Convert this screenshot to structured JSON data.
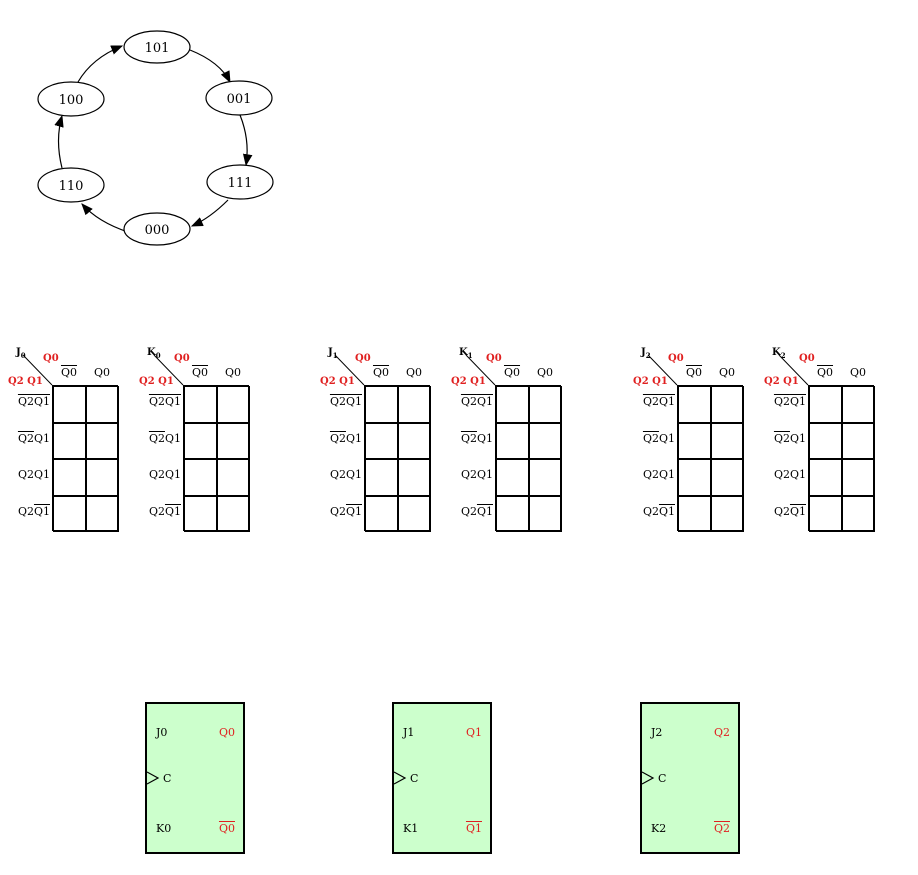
{
  "state_diagram": {
    "states": [
      "101",
      "001",
      "111",
      "000",
      "110",
      "100"
    ]
  },
  "kmaps": [
    {
      "title": "J",
      "sub": "0",
      "col_var": "Q0",
      "row_var": "Q2 Q1",
      "col_headers": [
        "Q0",
        "Q0"
      ],
      "col_overline": [
        true,
        false
      ],
      "row_headers": [
        "Q2Q1",
        "Q2Q1",
        "Q2Q1",
        "Q2Q1"
      ]
    },
    {
      "title": "K",
      "sub": "0",
      "col_var": "Q0",
      "row_var": "Q2 Q1",
      "col_headers": [
        "Q0",
        "Q0"
      ],
      "col_overline": [
        true,
        false
      ],
      "row_headers": [
        "Q2Q1",
        "Q2Q1",
        "Q2Q1",
        "Q2Q1"
      ]
    },
    {
      "title": "J",
      "sub": "1",
      "col_var": "Q0",
      "row_var": "Q2 Q1",
      "col_headers": [
        "Q0",
        "Q0"
      ],
      "col_overline": [
        true,
        false
      ],
      "row_headers": [
        "Q2Q1",
        "Q2Q1",
        "Q2Q1",
        "Q2Q1"
      ]
    },
    {
      "title": "K",
      "sub": "1",
      "col_var": "Q0",
      "row_var": "Q2 Q1",
      "col_headers": [
        "Q0",
        "Q0"
      ],
      "col_overline": [
        true,
        false
      ],
      "row_headers": [
        "Q2Q1",
        "Q2Q1",
        "Q2Q1",
        "Q2Q1"
      ]
    },
    {
      "title": "J",
      "sub": "2",
      "col_var": "Q0",
      "row_var": "Q2 Q1",
      "col_headers": [
        "Q0",
        "Q0"
      ],
      "col_overline": [
        true,
        false
      ],
      "row_headers": [
        "Q2Q1",
        "Q2Q1",
        "Q2Q1",
        "Q2Q1"
      ]
    },
    {
      "title": "K",
      "sub": "2",
      "col_var": "Q0",
      "row_var": "Q2 Q1",
      "col_headers": [
        "Q0",
        "Q0"
      ],
      "col_overline": [
        true,
        false
      ],
      "row_headers": [
        "Q2Q1",
        "Q2Q1",
        "Q2Q1",
        "Q2Q1"
      ]
    }
  ],
  "flipflops": [
    {
      "j": "J0",
      "k": "K0",
      "clk": "C",
      "q": "Q0",
      "qbar": "Q0"
    },
    {
      "j": "J1",
      "k": "K1",
      "clk": "C",
      "q": "Q1",
      "qbar": "Q1"
    },
    {
      "j": "J2",
      "k": "K2",
      "clk": "C",
      "q": "Q2",
      "qbar": "Q2"
    }
  ],
  "colors": {
    "accent_red": "#e02020",
    "flipflop_fill": "#ccffcc"
  }
}
